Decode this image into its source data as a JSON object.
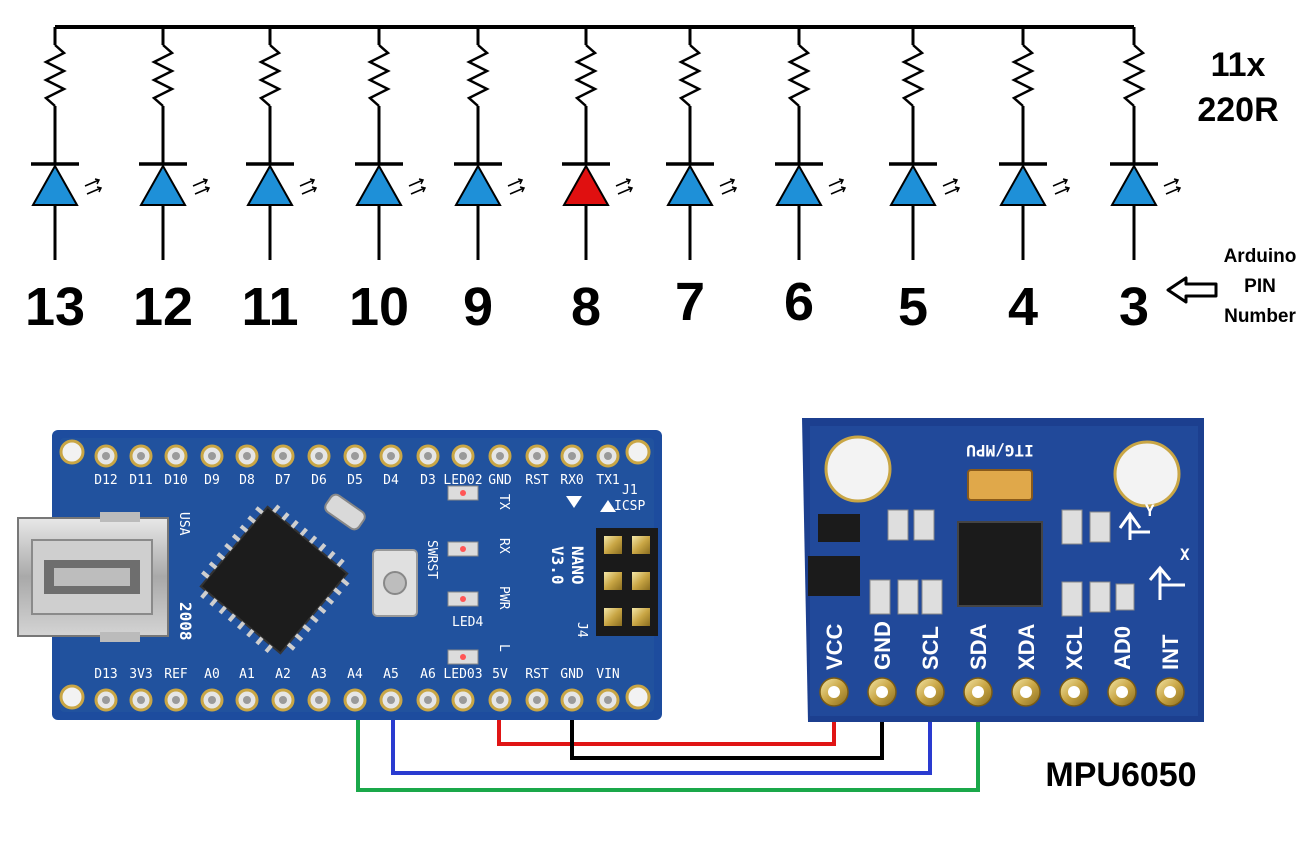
{
  "schematic": {
    "resistor_label_line1": "11x",
    "resistor_label_line2": "220R",
    "pin_note_line1": "Arduino",
    "pin_note_line2": "PIN",
    "pin_note_line3": "Number",
    "channels": [
      {
        "pin": "13",
        "led_color": "#1e90d8"
      },
      {
        "pin": "12",
        "led_color": "#1e90d8"
      },
      {
        "pin": "11",
        "led_color": "#1e90d8"
      },
      {
        "pin": "10",
        "led_color": "#1e90d8"
      },
      {
        "pin": "9",
        "led_color": "#1e90d8"
      },
      {
        "pin": "8",
        "led_color": "#e01010"
      },
      {
        "pin": "7",
        "led_color": "#1e90d8"
      },
      {
        "pin": "6",
        "led_color": "#1e90d8"
      },
      {
        "pin": "5",
        "led_color": "#1e90d8"
      },
      {
        "pin": "4",
        "led_color": "#1e90d8"
      },
      {
        "pin": "3",
        "led_color": "#1e90d8"
      }
    ]
  },
  "nano": {
    "top_pins": [
      "D12",
      "D11",
      "D10",
      "D9",
      "D8",
      "D7",
      "D6",
      "D5",
      "D4",
      "D3",
      "LED02",
      "GND",
      "RST",
      "RX0",
      "TX1"
    ],
    "bottom_pins": [
      "D13",
      "3V3",
      "REF",
      "A0",
      "A1",
      "A2",
      "A3",
      "A4",
      "A5",
      "A6",
      "LED03",
      "5V",
      "RST",
      "GND",
      "VIN"
    ],
    "model_line1": "NANO",
    "model_line2": "V3.0",
    "usa": "USA",
    "year": "2008",
    "icsp": "ICSP",
    "j1": "J1",
    "j4": "J4",
    "side_labels": [
      "TX",
      "RX",
      "PWR",
      "L"
    ],
    "led4": "LED4",
    "swrst": "SWRST"
  },
  "mpu": {
    "title": "ITG/MPU",
    "pins": [
      "VCC",
      "GND",
      "SCL",
      "SDA",
      "XDA",
      "XCL",
      "AD0",
      "INT"
    ],
    "name": "MPU6050",
    "axis_x": "X",
    "axis_y": "Y"
  },
  "wires": [
    {
      "from": "5V",
      "to": "VCC",
      "color": "#e01515"
    },
    {
      "from": "GND",
      "to": "GND",
      "color": "#000000"
    },
    {
      "from": "A5",
      "to": "SCL",
      "color": "#2a3bd0"
    },
    {
      "from": "A4",
      "to": "SDA",
      "color": "#1aa84a"
    }
  ],
  "colors": {
    "board_blue": "#1d4c9e",
    "mpu_blue": "#1c3f8f"
  }
}
